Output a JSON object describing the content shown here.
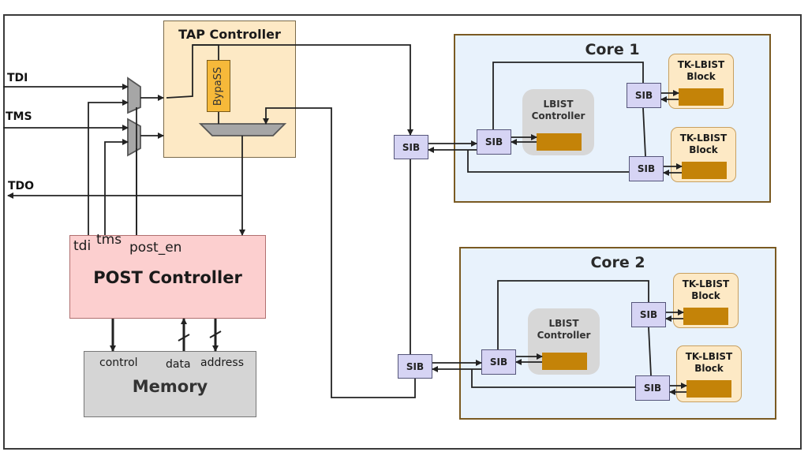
{
  "inputs": {
    "tdi": "TDI",
    "tms": "TMS",
    "tdo": "TDO"
  },
  "tap_controller": {
    "title": "TAP Controller",
    "bypass": "BypaSS"
  },
  "post_controller": {
    "title": "POST Controller",
    "pin_tdi": "tdi",
    "pin_tms": "tms",
    "pin_post_en": "post_en"
  },
  "memory": {
    "title": "Memory",
    "pin_control": "control",
    "pin_data": "data",
    "pin_address": "address"
  },
  "sib_label": "SIB",
  "core1": {
    "title": "Core 1",
    "lbist": [
      "LBIST",
      "Controller"
    ],
    "tk_blocks": [
      [
        "TK-LBIST",
        "Block"
      ],
      [
        "TK-LBIST",
        "Block"
      ]
    ]
  },
  "core2": {
    "title": "Core 2",
    "lbist": [
      "LBIST",
      "Controller"
    ],
    "tk_blocks": [
      [
        "TK-LBIST",
        "Block"
      ],
      [
        "TK-LBIST",
        "Block"
      ]
    ]
  },
  "colors": {
    "tap_fill": "#fde9c5",
    "bypass_fill": "#f6b93a",
    "core_fill": "#e8f2fc",
    "core_border": "#7a5a22",
    "sib_fill": "#d6d4f4",
    "post_fill": "#fccfcf",
    "memory_fill": "#d5d5d5",
    "register_fill": "#c48308",
    "lbist_fill": "#d7d7d7"
  }
}
